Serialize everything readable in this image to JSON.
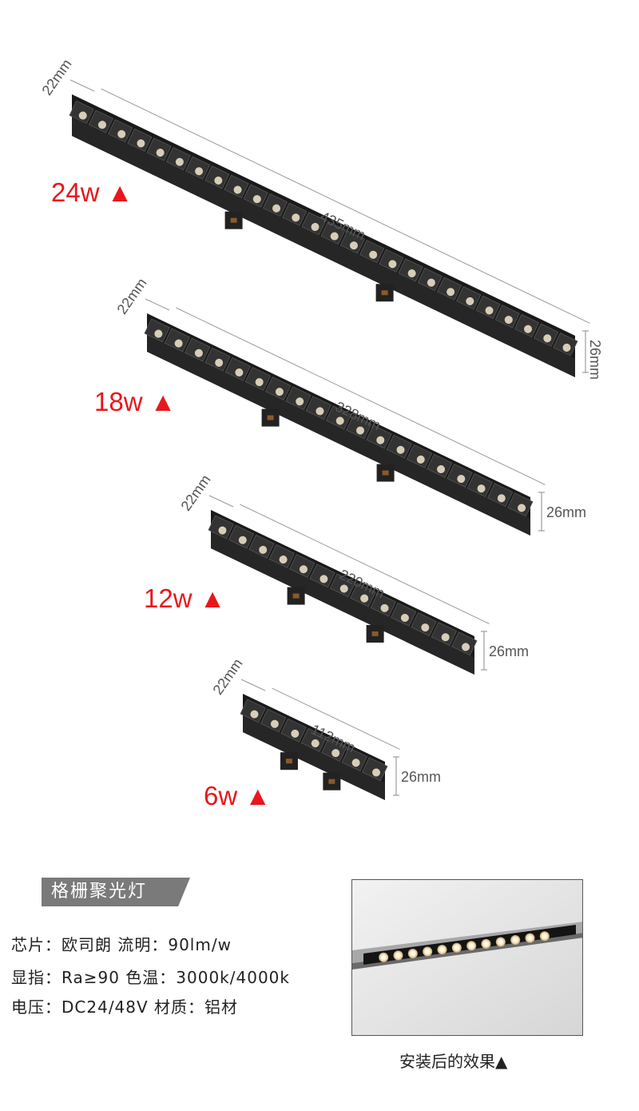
{
  "lamps": [
    {
      "power": "24w",
      "triangle": "▲",
      "length": "435mm",
      "width": "22mm",
      "height": "26mm",
      "cells": 26
    },
    {
      "power": "18w",
      "triangle": "▲",
      "length": "328mm",
      "width": "22mm",
      "height": "26mm",
      "cells": 19
    },
    {
      "power": "12w",
      "triangle": "▲",
      "length": "220mm",
      "width": "22mm",
      "height": "26mm",
      "cells": 13
    },
    {
      "power": "6w",
      "triangle": "▲",
      "length": "112mm",
      "width": "22mm",
      "height": "26mm",
      "cells": 7
    }
  ],
  "product": {
    "name": "格栅聚光灯",
    "specs": [
      "芯片：欧司朗   流明：90lm/w",
      "显指：Ra≥90   色温：3000k/4000k",
      "电压：DC24/48V   材质：铝材"
    ]
  },
  "photo": {
    "caption": "安装后的效果▲",
    "led_count": 12
  },
  "colors": {
    "accent": "#e8171c",
    "lamp_body": "#1a1a1a",
    "badge": "#7a7a7a"
  }
}
